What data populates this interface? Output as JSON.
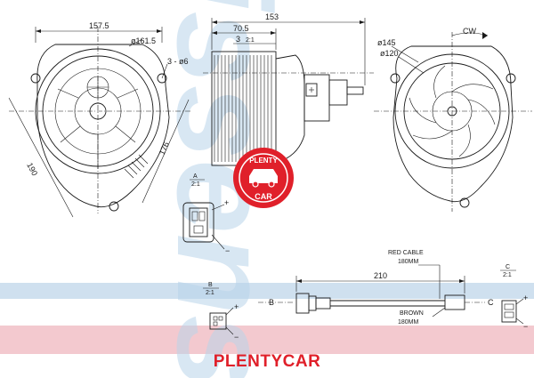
{
  "dimensions": {
    "left_width": "157.5",
    "left_diameter": "ø161.5",
    "hole_callout": "3 - ø6",
    "left_height": "190",
    "left_diag": "176",
    "side_width": "70.5",
    "side_total": "153",
    "side_small": "3",
    "right_dia_outer": "ø145",
    "right_dia_inner": "ø120",
    "rotation": "CW",
    "cable_length": "210"
  },
  "details": {
    "a_label": "A",
    "a_scale": "2:1",
    "b_label": "B",
    "b_scale": "2:1",
    "c_label": "C",
    "c_scale": "2:1",
    "plus": "+",
    "minus": "−"
  },
  "cable": {
    "red_label": "RED CABLE",
    "red_length": "180MM",
    "brown_label": "BROWN",
    "brown_length": "180MM",
    "b_marker": "B",
    "c_marker": "C"
  },
  "watermark": {
    "text": "Nissens",
    "logo_top": "PLENTY",
    "logo_bottom": "CAR",
    "caption": "PLENTYCAR",
    "color_red": "#e0202a",
    "color_blue": "#b9d4ea",
    "color_pink": "#f3c9cf"
  }
}
